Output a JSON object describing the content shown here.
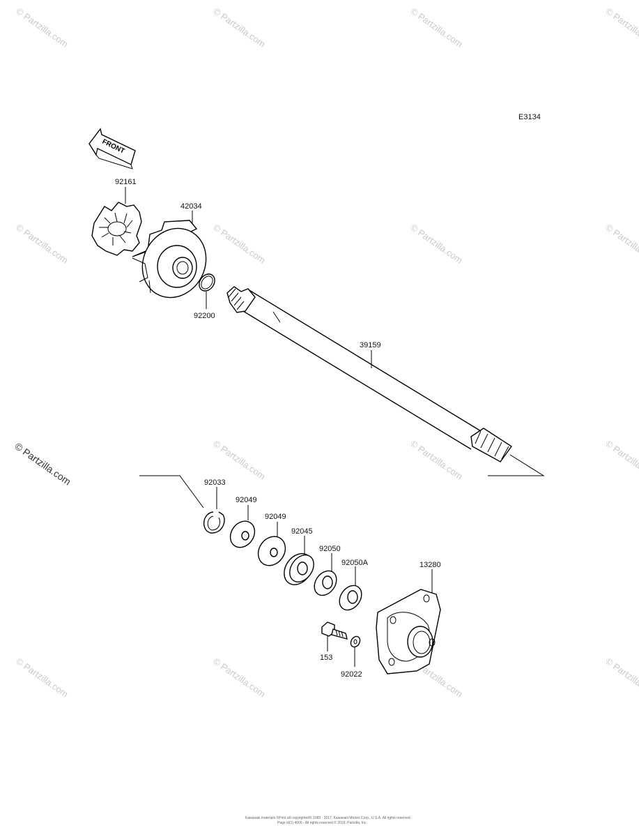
{
  "diagram_code": "E3134",
  "front_label": "FRONT",
  "side_copyright": "© Partzilla.com",
  "watermark_text": "© Partzilla.com",
  "footer_line_1": "Kawasaki materials ©Print all copyrighted© 1983 - 2017, Kawasaki Motors Corp., U.S.A. All rights reserved.",
  "footer_line_2": "Page id(1) 4000 - All rights reserved © 2019, Partzilla, Inc.",
  "parts": {
    "p92161": "92161",
    "p42034": "42034",
    "p92200": "92200",
    "p39159": "39159",
    "p92033": "92033",
    "p92049a": "92049",
    "p92049b": "92049",
    "p92045": "92045",
    "p92050": "92050",
    "p92050a": "92050A",
    "p13280": "13280",
    "p153": "153",
    "p92022": "92022"
  },
  "colors": {
    "line": "#000000",
    "watermark": "#c9c9c9",
    "background": "#ffffff"
  }
}
